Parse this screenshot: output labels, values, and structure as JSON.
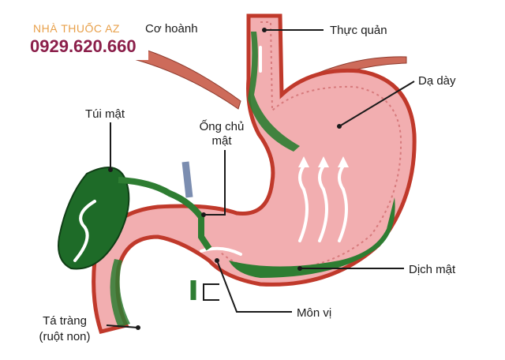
{
  "brand": {
    "name": "NHÀ THUỐC AZ",
    "phone": "0929.620.660"
  },
  "labels": {
    "diaphragm": "Cơ hoành",
    "esophagus": "Thực quản",
    "stomach": "Dạ dày",
    "gallbladder": "Túi mật",
    "bile_duct_1": "Ống chủ",
    "bile_duct_2": "mật",
    "bile": "Dịch mật",
    "pylorus": "Môn vị",
    "duodenum_1": "Tá tràng",
    "duodenum_2": "(ruột non)"
  },
  "colors": {
    "stomach": "#f2aeb0",
    "stomach_outline": "#c0392b",
    "bile": "#2e7d32",
    "diaphragm": "#cd6b5a"
  }
}
